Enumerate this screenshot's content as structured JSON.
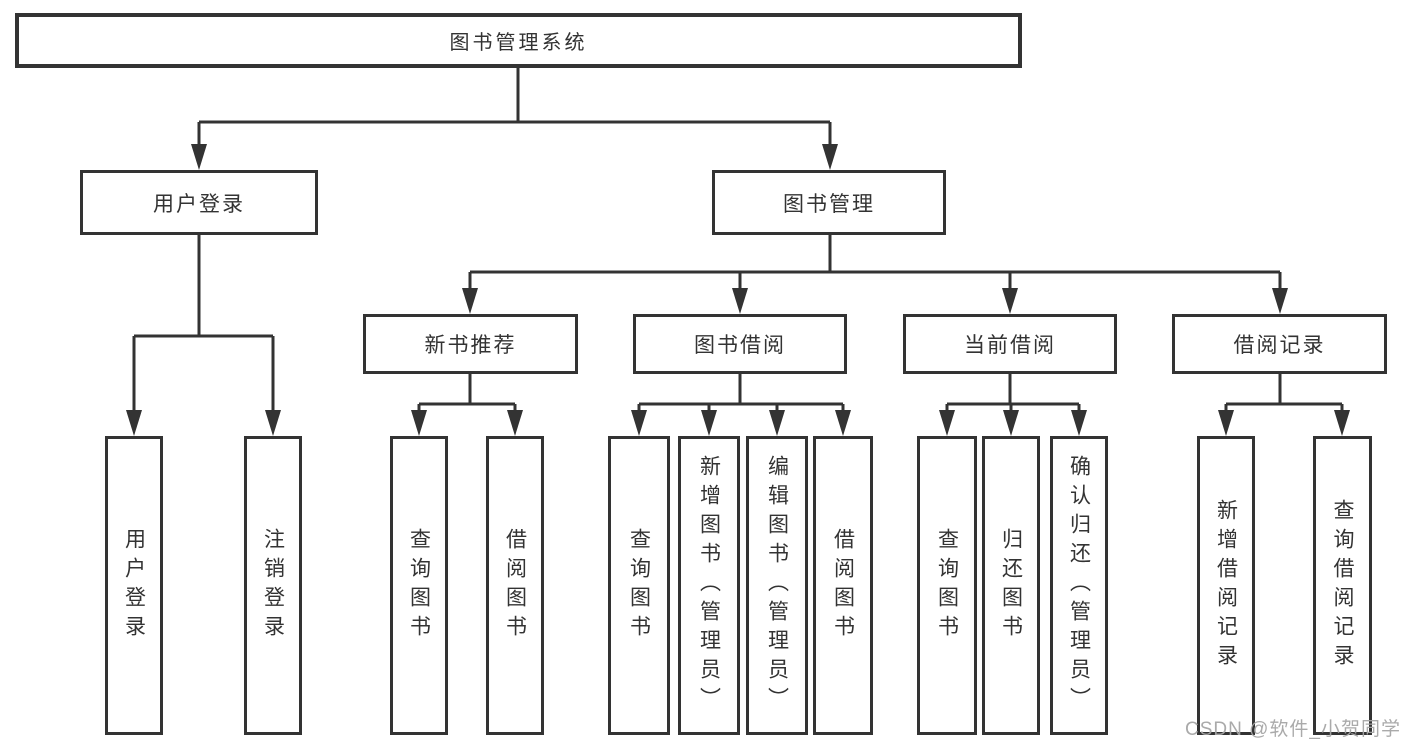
{
  "tree": {
    "label": "图书管理系统",
    "children": [
      {
        "label": "用户登录",
        "children": [
          {
            "label": "用户登录"
          },
          {
            "label": "注销登录"
          }
        ]
      },
      {
        "label": "图书管理",
        "children": [
          {
            "label": "新书推荐",
            "children": [
              {
                "label": "查询图书"
              },
              {
                "label": "借阅图书"
              }
            ]
          },
          {
            "label": "图书借阅",
            "children": [
              {
                "label": "查询图书"
              },
              {
                "label": "新增图书（管理员）"
              },
              {
                "label": "编辑图书（管理员）"
              },
              {
                "label": "借阅图书"
              }
            ]
          },
          {
            "label": "当前借阅",
            "children": [
              {
                "label": "查询图书"
              },
              {
                "label": "归还图书"
              },
              {
                "label": "确认归还（管理员）"
              }
            ]
          },
          {
            "label": "借阅记录",
            "children": [
              {
                "label": "新增借阅记录"
              },
              {
                "label": "查询借阅记录"
              }
            ]
          }
        ]
      }
    ]
  },
  "watermark": {
    "text": "CSDN @软件_小贺同学"
  },
  "colors": {
    "line": "#333333",
    "text": "#333333",
    "watermark": "#a5a5a5",
    "background": "#ffffff"
  }
}
